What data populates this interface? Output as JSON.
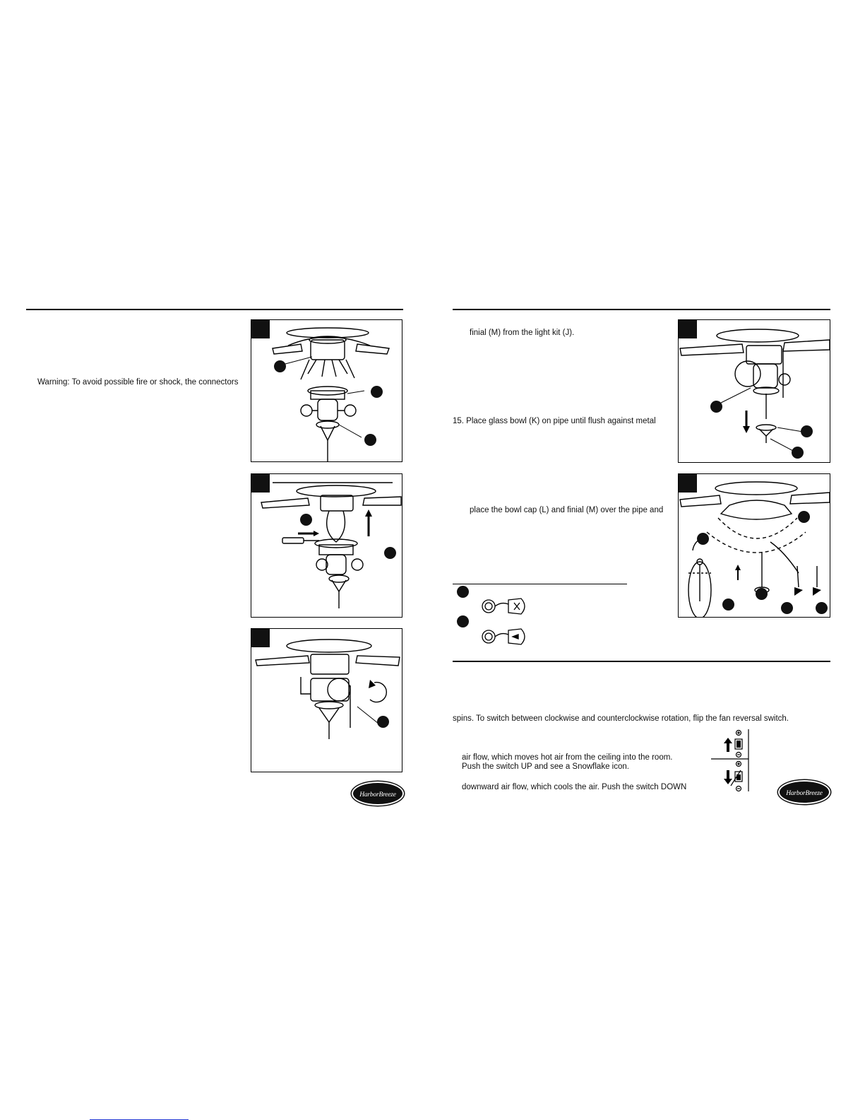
{
  "left_page": {
    "warning_text": "Warning: To avoid possible fire or shock, the connectors",
    "logo_text": "HarborBreeze"
  },
  "right_page": {
    "step14_line": "finial (M) from the light kit (J).",
    "step15_line": "15.  Place glass bowl (K) on pipe until flush against metal",
    "bowl_line": "place the bowl cap (L) and finial (M) over the pipe and",
    "reversal_line": "spins. To switch between clockwise and counterclockwise rotation, flip the fan reversal switch.",
    "upward_line_1": "air flow, which moves hot air from the ceiling into the room.",
    "upward_line_2": "Push the switch UP and see a Snowflake icon.",
    "downward_line": "downward air flow, which cools the air. Push the switch DOWN",
    "logo_text": "HarborBreeze"
  }
}
